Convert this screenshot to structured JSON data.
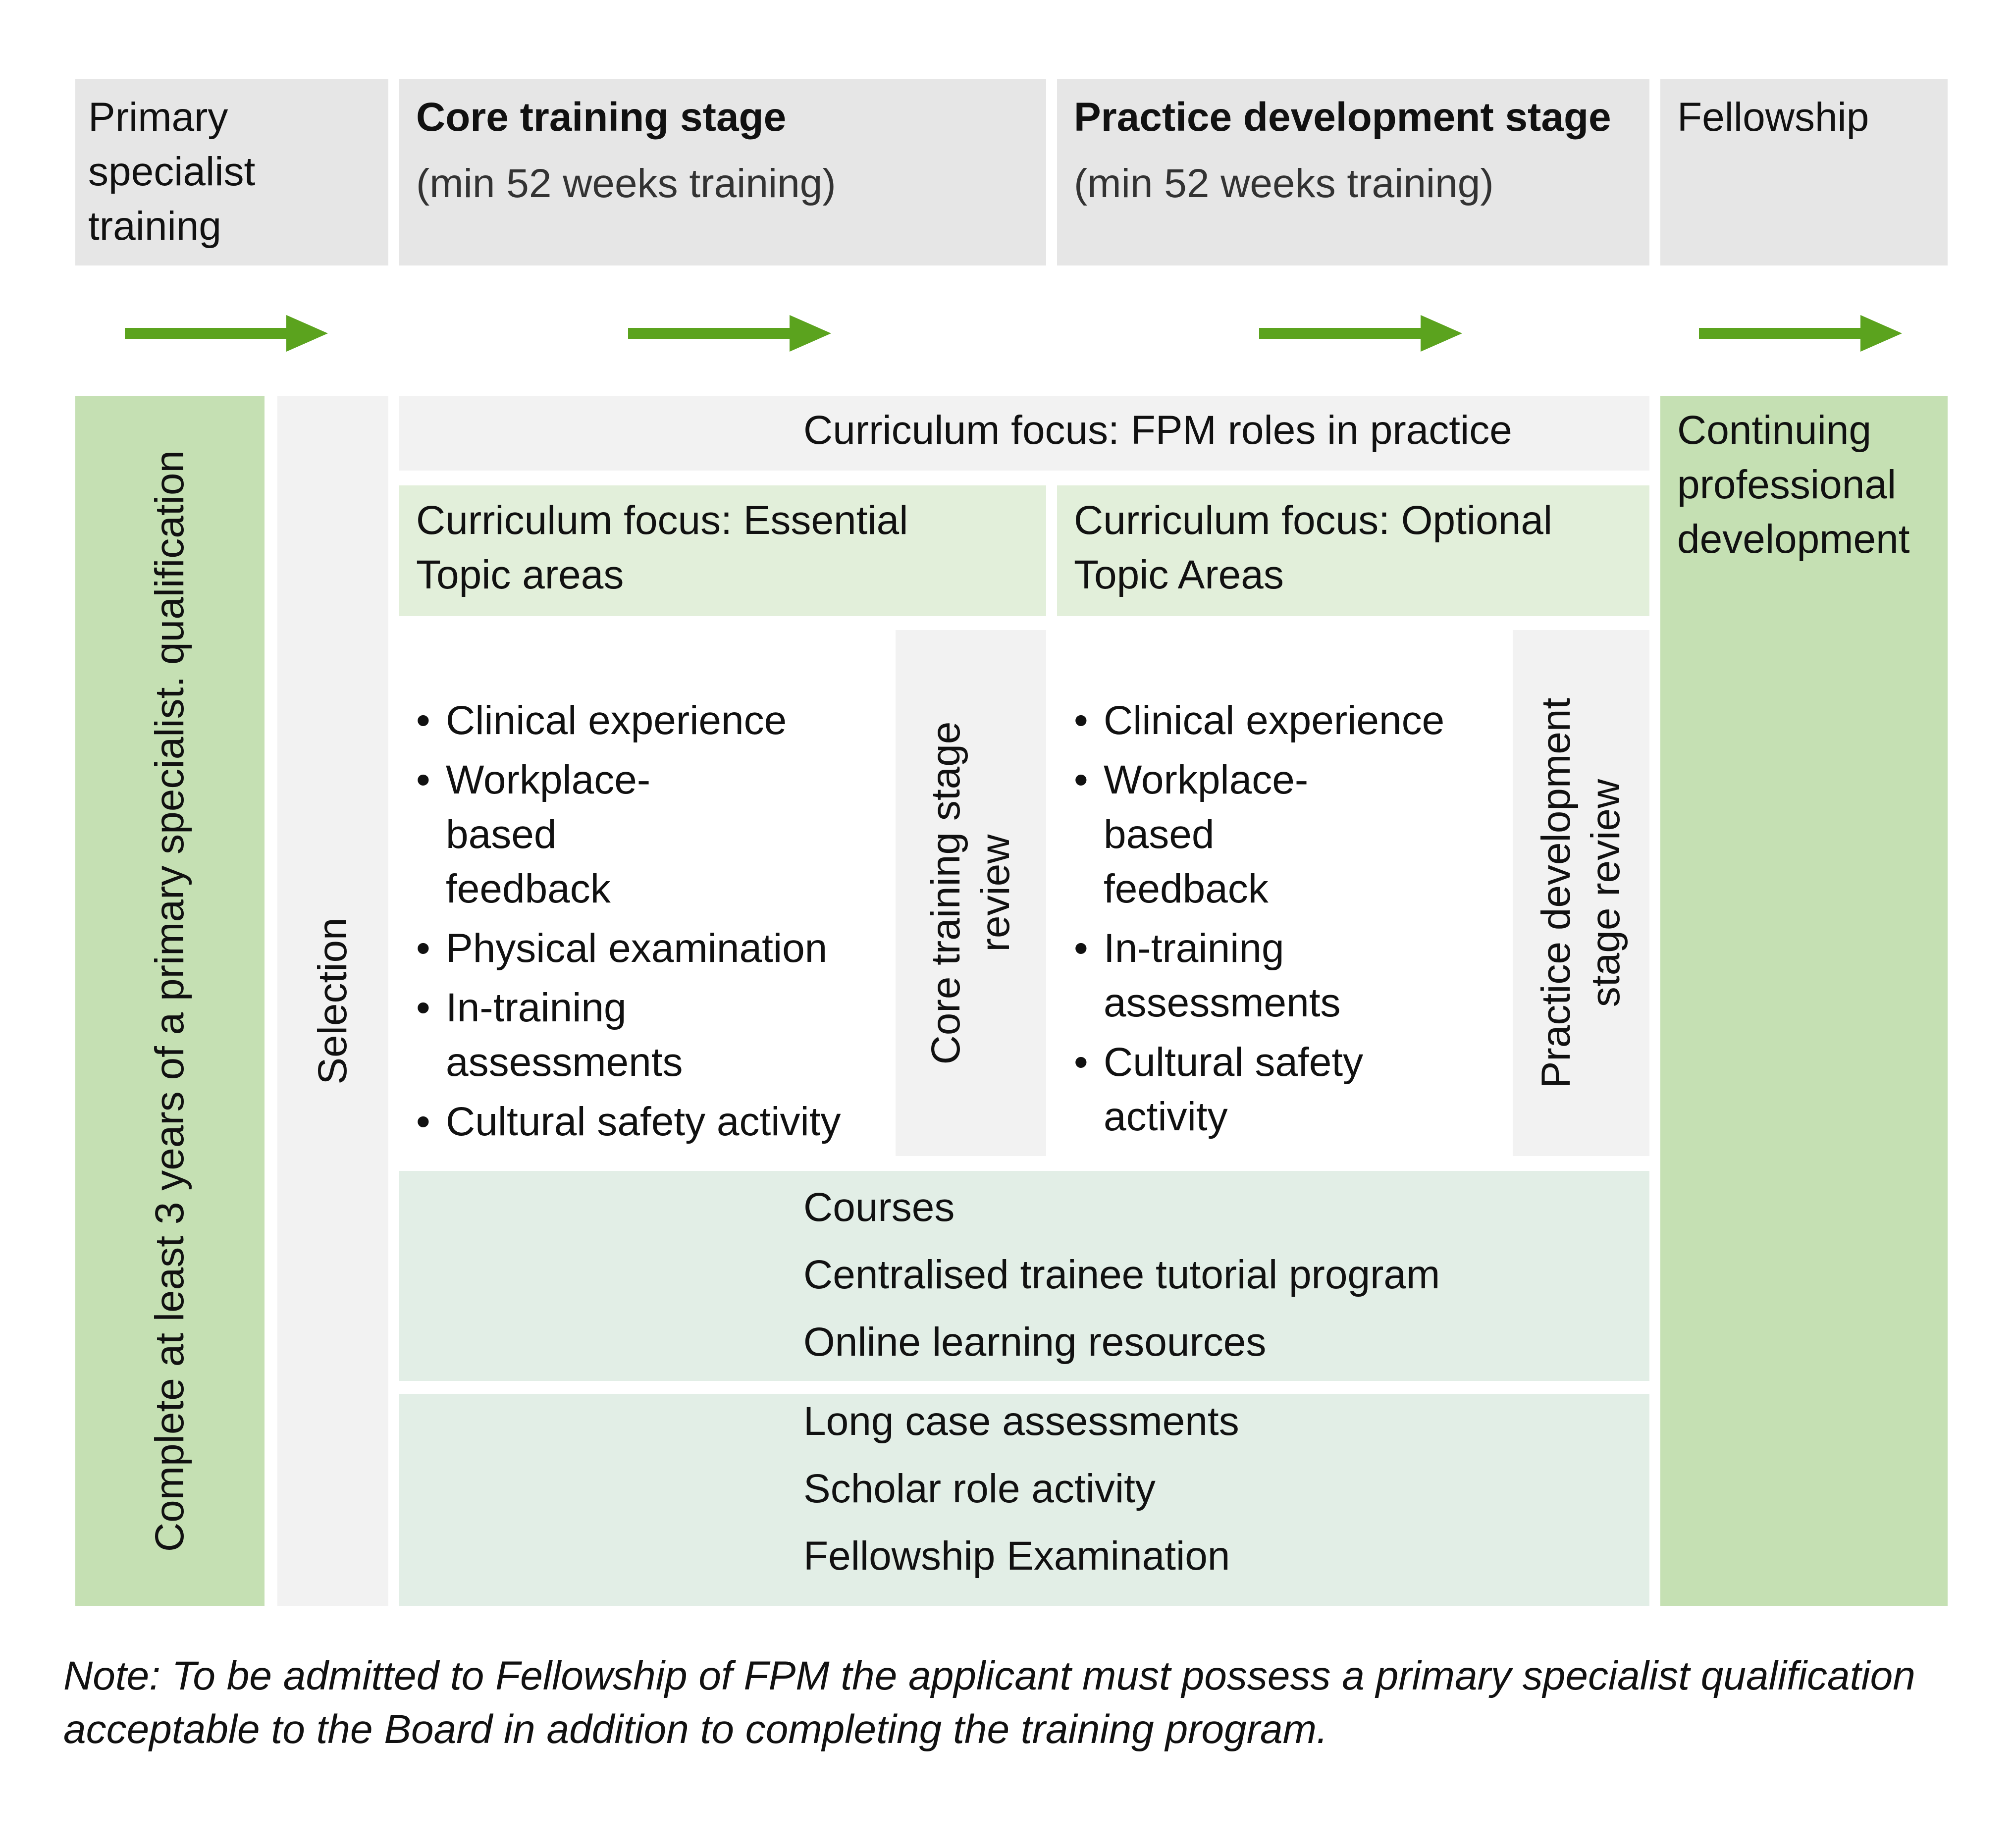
{
  "stages": {
    "primary": {
      "title": "Primary specialist training"
    },
    "core": {
      "title": "Core training stage",
      "subtitle": "(min 52 weeks training)"
    },
    "practice": {
      "title": "Practice development stage",
      "subtitle": "(min 52 weeks training)"
    },
    "fellowship": {
      "title": "Fellowship"
    }
  },
  "left_column": {
    "text": "Complete at least 3 years of a primary specialist. qualification"
  },
  "selection": {
    "text": "Selection"
  },
  "fpm_roles": {
    "text": "Curriculum focus: FPM roles in practice"
  },
  "essential": {
    "text": "Curriculum focus: Essential Topic areas"
  },
  "optional": {
    "text": "Curriculum focus: Optional Topic Areas"
  },
  "core_items": [
    "Clinical experience",
    "Workplace-based feedback",
    "Physical examination",
    "In-training assessments",
    "Cultural safety activity"
  ],
  "practice_items": [
    "Clinical experience",
    "Workplace-based feedback",
    "In-training assessments",
    "Cultural safety activity"
  ],
  "core_review": {
    "line1": "Core training stage",
    "line2": "review"
  },
  "practice_review": {
    "line1": "Practice development",
    "line2": "stage review"
  },
  "cpd": {
    "text": "Continuing professional development"
  },
  "learning": [
    "Courses",
    "Centralised trainee tutorial program",
    "Online learning resources"
  ],
  "assessments": [
    "Long case assessments",
    "Scholar role activity",
    "Fellowship Examination"
  ],
  "note": "Note: To be admitted to Fellowship of FPM the applicant must possess a primary specialist qualification acceptable to the Board in addition to completing the training program.",
  "colors": {
    "stage_header": "#e6e6e6",
    "green_dark": "#c5e0b3",
    "green_light": "#e2efda",
    "mint": "#e2eee6",
    "grey_light": "#f2f2f2",
    "arrow": "#5ba31e"
  }
}
